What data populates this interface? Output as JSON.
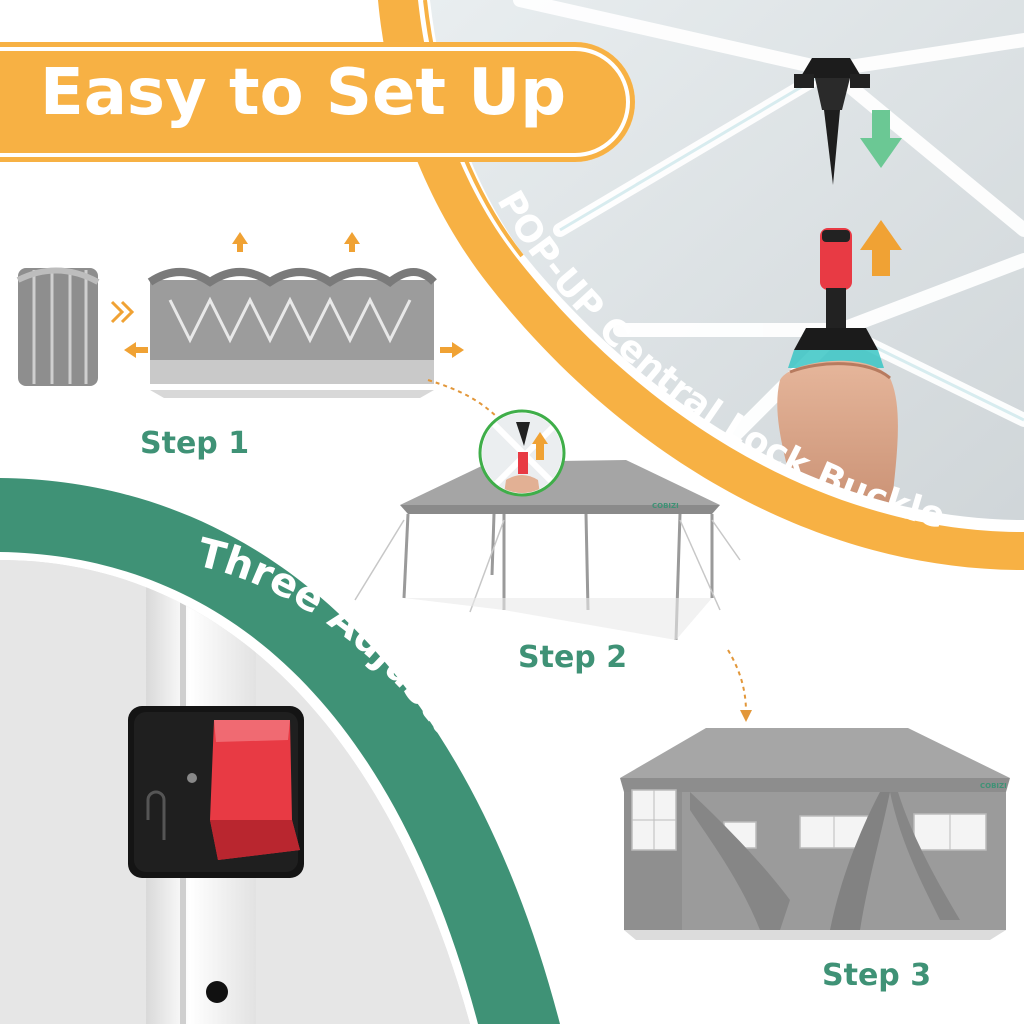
{
  "title": "Easy to Set Up",
  "arc_top": "POP-UP Central Lock Buckle",
  "arc_left": "Three Adjustable Heights",
  "steps": [
    "Step 1",
    "Step 2",
    "Step 3"
  ],
  "brand_mark": "COBIZI",
  "colors": {
    "orange": "#f7b144",
    "green": "#3f9276",
    "red": "#e83a44",
    "canopy_gray": "#9a9a9a",
    "arrow_orange": "#f0a234",
    "arrow_green": "#6bc894"
  }
}
